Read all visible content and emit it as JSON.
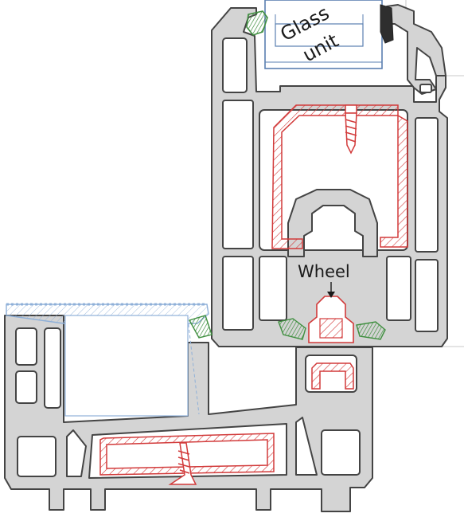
{
  "labels": {
    "glass_line1": "Glass",
    "glass_line2": "unit",
    "wheel": "Wheel"
  },
  "colors": {
    "profile_fill": "#d4d4d4",
    "profile_stroke": "#444444",
    "steel_reinforcement": "#d23a3a",
    "gasket": "#3f8f3f",
    "glass_outline": "#5a7fb0",
    "background": "#ffffff"
  }
}
